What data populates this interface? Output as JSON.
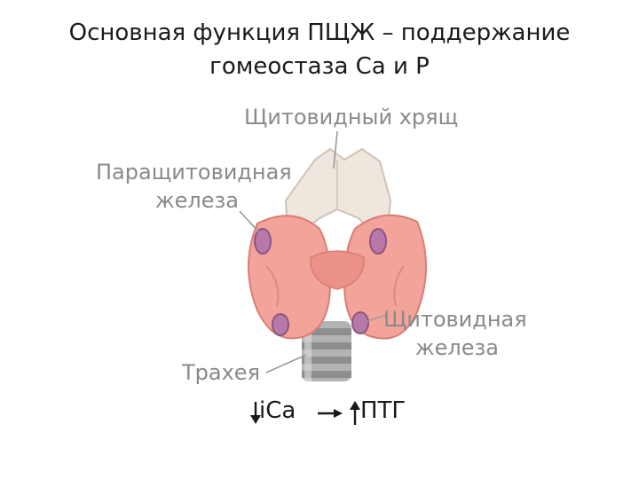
{
  "title": {
    "line1": "Основная функция ПЩЖ – поддержание",
    "line2": "гомеостаза Са и Р"
  },
  "labels": {
    "thyroid_cartilage": "Щитовидный хрящ",
    "parathyroid_line1": "Паращитовидная",
    "parathyroid_line2": "железа",
    "thyroid_line1": "Щитовидная",
    "thyroid_line2": "железа",
    "trachea": "Трахея"
  },
  "formula": {
    "left": "iCa",
    "right": "ПТГ"
  },
  "colors": {
    "cartilage": "#efe6de",
    "gland": "#f2a49a",
    "parathyroid": "#b77aa8",
    "trachea": "#a7a7a7",
    "label_text": "#8a8a8a",
    "leader": "#9a9a9a"
  }
}
